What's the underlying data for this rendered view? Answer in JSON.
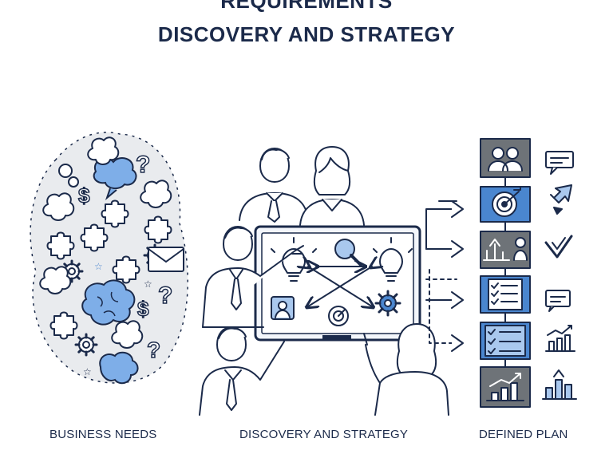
{
  "title": {
    "line1": "REQUIREMENTS",
    "line2": "DISCOVERY AND STRATEGY"
  },
  "captions": {
    "left": "BUSINESS NEEDS",
    "center": "DISCOVERY AND STRATEGY",
    "right": "DEFINED PLAN"
  },
  "colors": {
    "ink": "#1b2a4a",
    "accent": "#4a86cf",
    "accent_light": "#a9c8ee",
    "cloud_gray": "#e9ebee",
    "box_gray": "#6e7378"
  },
  "sections": {
    "left_icons": [
      "puzzle-icon",
      "gear-icon",
      "question-mark-icon",
      "dollar-icon",
      "speech-bubble-icon",
      "envelope-icon",
      "brain-icon",
      "star-icon"
    ],
    "center_board_icons": [
      "lightbulb-icon",
      "magnifier-icon",
      "person-icon",
      "target-icon",
      "gear-icon"
    ],
    "right_plan_icons": [
      "team-icon",
      "target-icon",
      "person-growth-icon",
      "checklist-icon",
      "checklist-icon",
      "chart-icon"
    ],
    "right_side_icons": [
      "comment-icon",
      "arrows-icon",
      "check-icon",
      "comment-icon",
      "bar-chart-icon",
      "bar-chart-icon"
    ]
  }
}
